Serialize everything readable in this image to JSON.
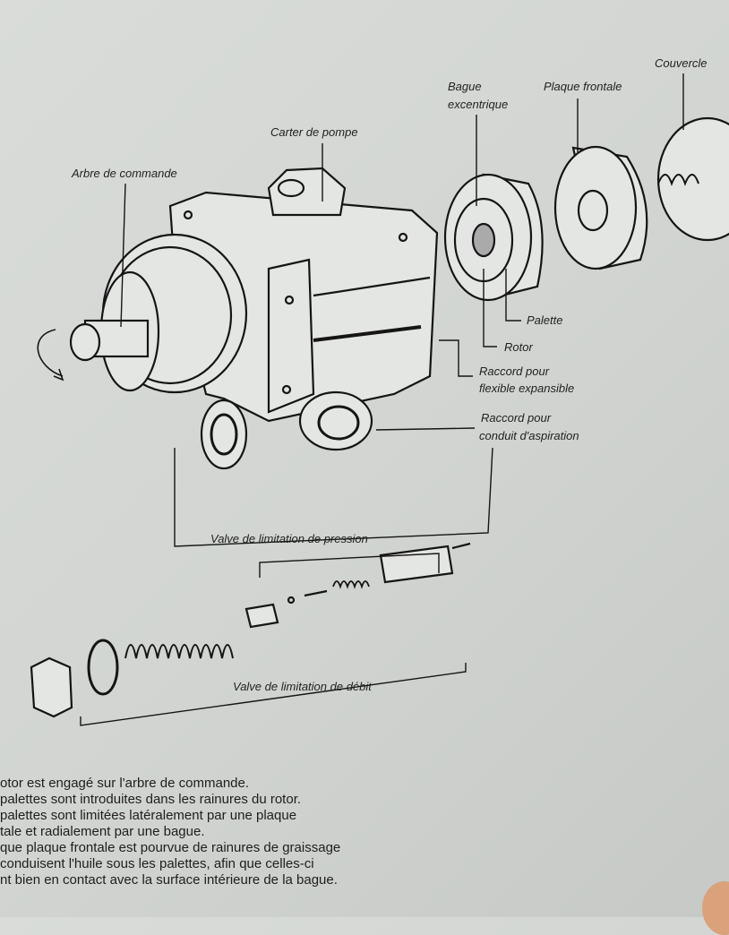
{
  "diagram": {
    "labels": {
      "arbre": "Arbre de commande",
      "carter": "Carter de pompe",
      "bague_1": "Bague",
      "bague_2": "excentrique",
      "plaque": "Plaque frontale",
      "couvercle": "Couvercle",
      "palette": "Palette",
      "rotor": "Rotor",
      "raccord_flex_1": "Raccord pour",
      "raccord_flex_2": "flexible expansible",
      "raccord_asp_1": "Raccord pour",
      "raccord_asp_2": "conduit d'aspiration",
      "valve_pression": "Valve de limitation de pression",
      "valve_debit": "Valve de limitation de débit"
    }
  },
  "text": {
    "lines": [
      "otor est engagé sur l'arbre de commande.",
      "palettes sont introduites dans les rainures du rotor.",
      "palettes sont limitées latéralement par une plaque",
      "tale et radialement par une bague.",
      "que plaque frontale est pourvue de rainures de graissage",
      "conduisent l'huile sous les palettes, afin que celles-ci",
      "nt bien en contact avec la surface intérieure de la bague."
    ]
  }
}
